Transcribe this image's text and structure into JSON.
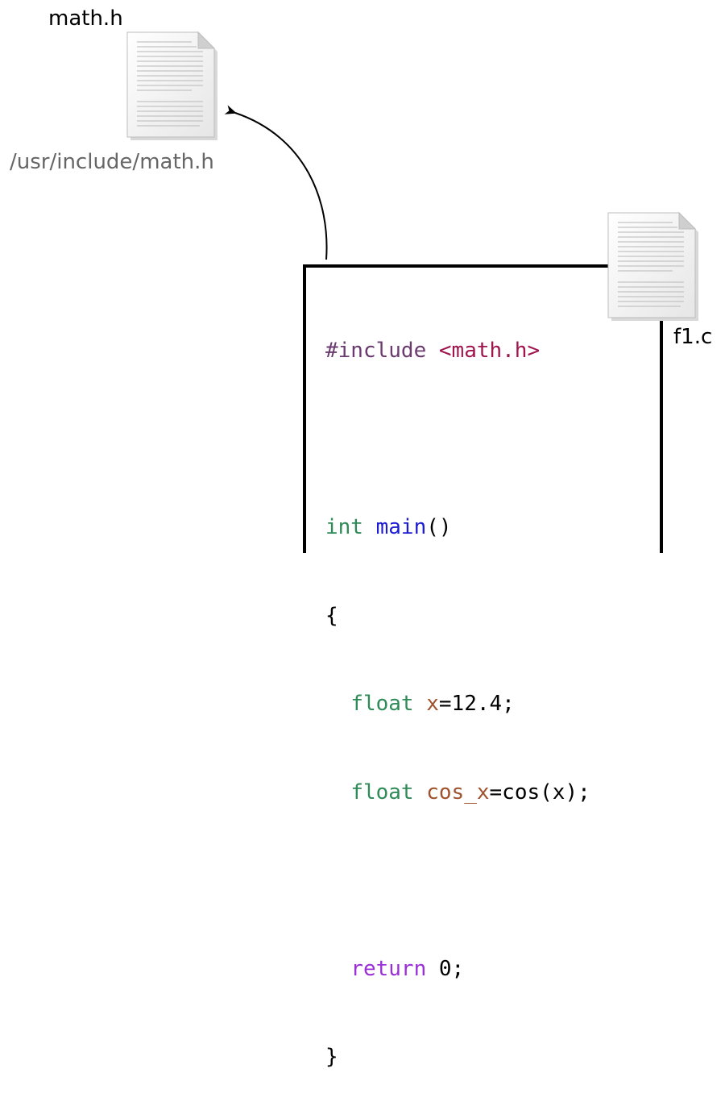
{
  "labels": {
    "header_file": "math.h",
    "header_path": "/usr/include/math.h",
    "source_file": "f1.c"
  },
  "code": {
    "include_directive": "#include",
    "include_target": "<math.h>",
    "type_int": "int",
    "main_name": "main",
    "main_parens": "()",
    "open_brace": "{",
    "type_float_1": "float",
    "var_x": "x",
    "assign_x": "=12.4;",
    "type_float_2": "float",
    "var_cos_x": "cos_x",
    "assign_cos_x": "=cos(x);",
    "kw_return": "return",
    "return_value": "0;",
    "close_brace": "}"
  },
  "colors": {
    "preprocessor": "#6b3b70",
    "include_target": "#a0154e",
    "type": "#2e8b57",
    "function": "#1b1bd4",
    "variable": "#a0522d",
    "return_keyword": "#9a2fd8",
    "path_label": "#666666"
  },
  "icons": {
    "header_icon": "text-document-icon",
    "source_icon": "text-document-icon",
    "arrow": "curved-arrow-icon"
  }
}
